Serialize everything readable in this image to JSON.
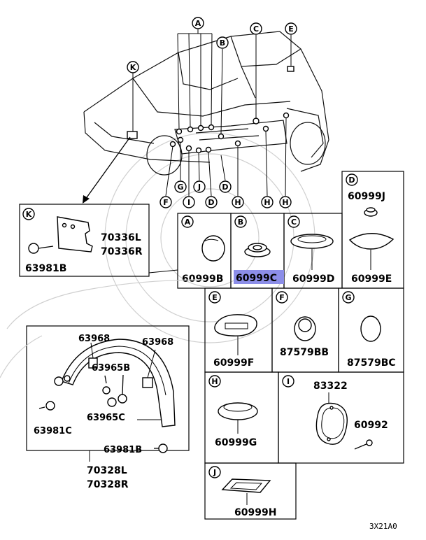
{
  "callouts": {
    "A": "A",
    "B": "B",
    "C": "C",
    "D": "D",
    "E": "E",
    "F": "F",
    "G": "G",
    "H": "H",
    "I": "I",
    "J": "J",
    "K": "K"
  },
  "parts": {
    "p70336L": "70336L",
    "p70336R": "70336R",
    "p63981B": "63981B",
    "p60999B": "60999B",
    "p60999C": "60999C",
    "p60999D": "60999D",
    "p60999J": "60999J",
    "p60999E": "60999E",
    "p60999F": "60999F",
    "p87579BB": "87579BB",
    "p87579BC": "87579BC",
    "p60999G": "60999G",
    "p83322": "83322",
    "p60992": "60992",
    "p60999H": "60999H",
    "p63968": "63968",
    "p63965B": "63965B",
    "p63965C": "63965C",
    "p63981C": "63981C",
    "p70328L": "70328L",
    "p70328R": "70328R"
  },
  "diagram_code": "3X21A0",
  "highlight_color": "#8c8ee8"
}
